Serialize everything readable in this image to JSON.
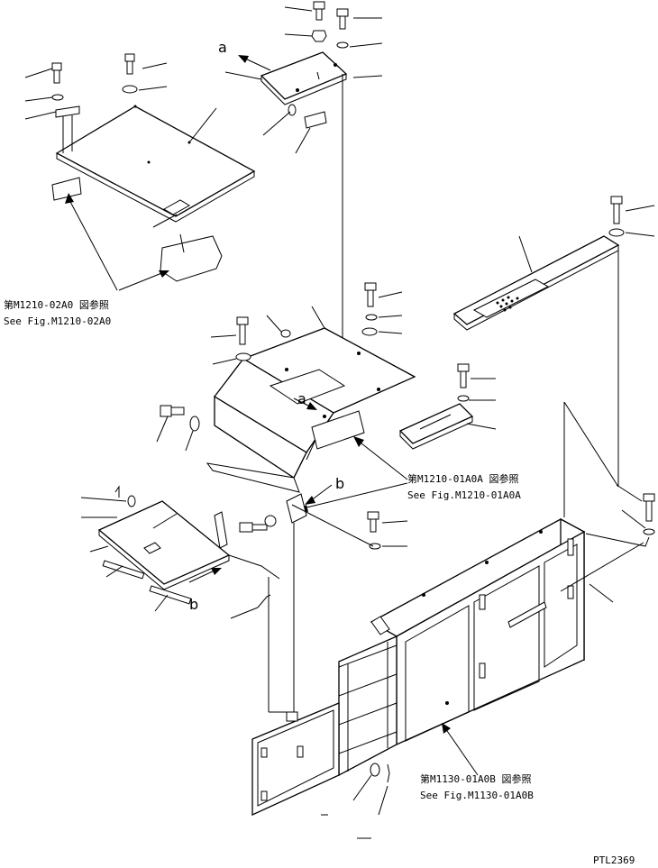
{
  "callouts": {
    "ref_top_left": {
      "line1": "第M1210-02A0 図参照",
      "line2": "See Fig.M1210-02A0"
    },
    "ref_mid_right": {
      "line1": "第M1210-01A0A 図参照",
      "line2": "See Fig.M1210-01A0A"
    },
    "ref_bottom_right": {
      "line1": "第M1130-01A0B 図参照",
      "line2": "See Fig.M1130-01A0B"
    }
  },
  "markers": {
    "a_top": "a",
    "a_mid": "a",
    "b_mid": "b",
    "b_left": "b"
  },
  "drawing_code": "PTL2369"
}
